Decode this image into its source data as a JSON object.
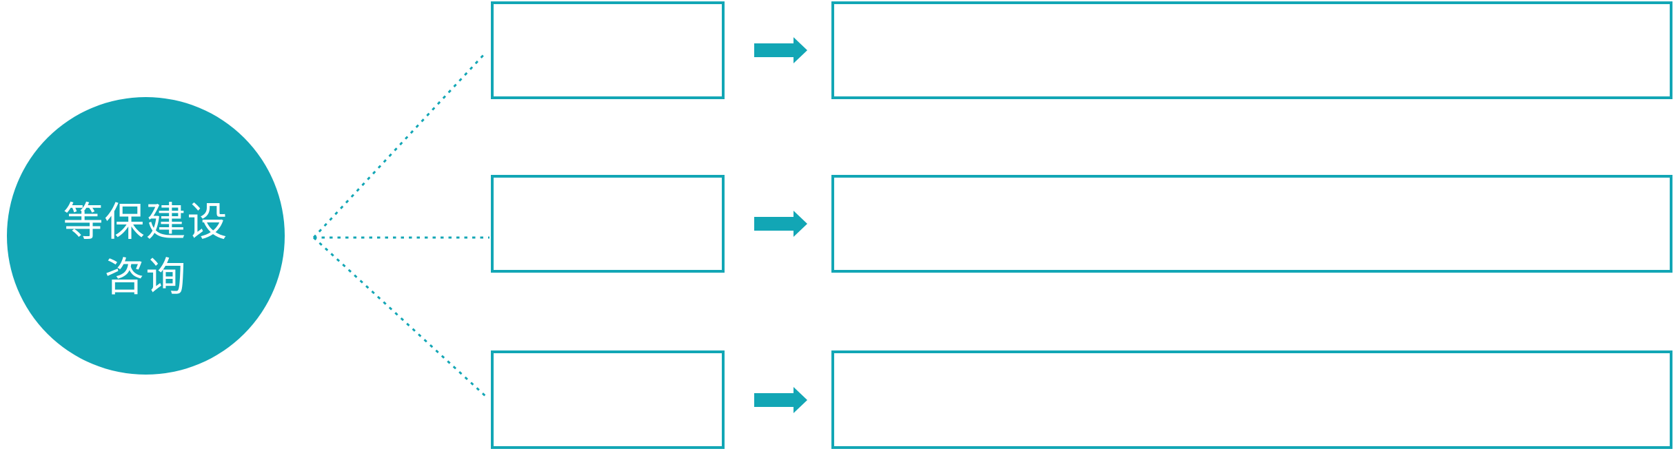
{
  "colors": {
    "accent_teal": "#12A6B5",
    "background": "#FFFFFF",
    "box_fill": "#FFFFFF",
    "circle_text": "#FFFFFF"
  },
  "circle": {
    "label_line1": "等保建设",
    "label_line2": "咨询"
  },
  "icons": {
    "arrow": "arrow-right-icon",
    "connector": "dotted-connector-line"
  },
  "rows": [
    {
      "small_box_text": "",
      "large_box_text": ""
    },
    {
      "small_box_text": "",
      "large_box_text": ""
    },
    {
      "small_box_text": "",
      "large_box_text": ""
    }
  ]
}
